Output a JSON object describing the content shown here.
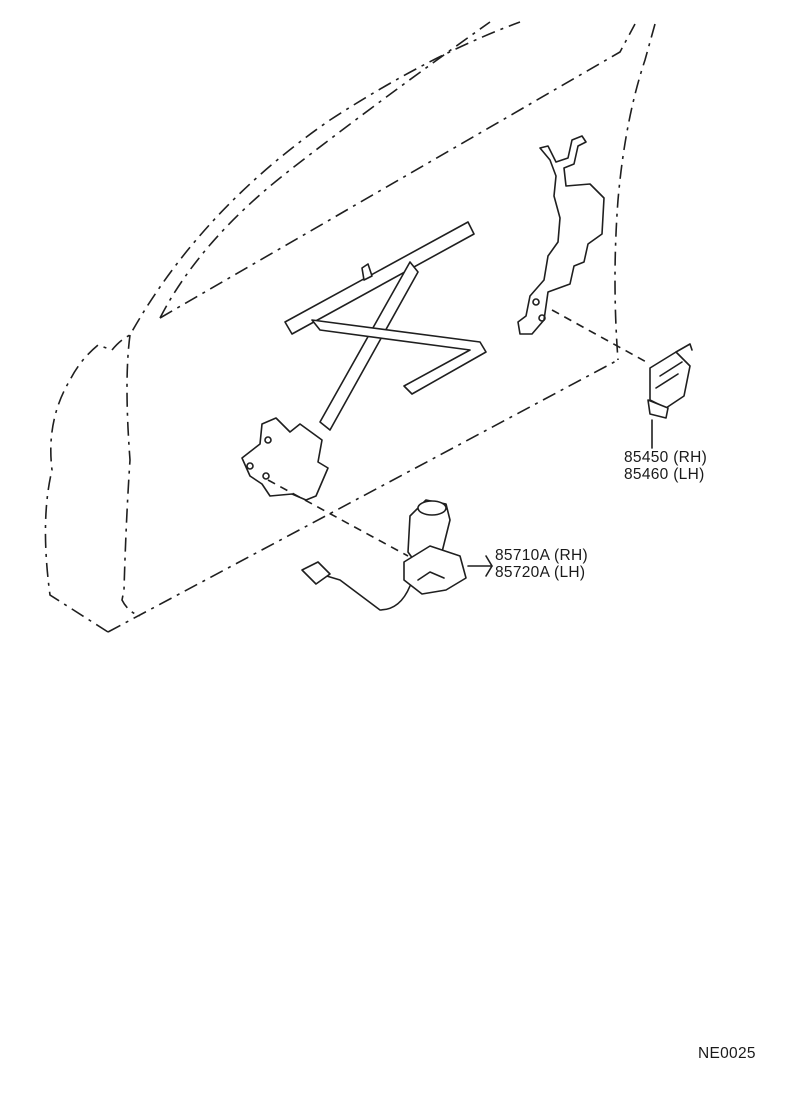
{
  "labels": {
    "regulator_switch_rh": "85450 (RH)",
    "regulator_switch_lh": "85460 (LH)",
    "regulator_motor_rh": "85710A (RH)",
    "regulator_motor_lh": "85720A (LH)",
    "figure_code": "NE0025"
  }
}
